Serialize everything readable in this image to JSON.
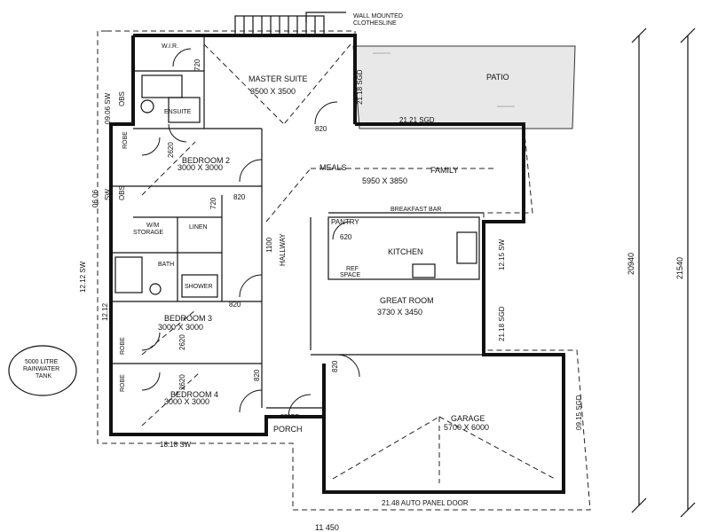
{
  "labels": {
    "clothesline": "WALL MOUNTED",
    "clothesline2": "CLOTHESLINE",
    "patio": "PATIO",
    "patio_door": "21.21 SGD",
    "patio_side": "21.18 SGD",
    "master": "MASTER SUITE",
    "master_size": "3500 X 3500",
    "wir": "W.I.R.",
    "ensuite": "ENSUITE",
    "master_door": "820",
    "wir_door": "720",
    "meals": "MEALS",
    "family": "FAMILY",
    "mf_size": "5950 X 3850",
    "breakfast_bar": "BREAKFAST BAR",
    "pantry": "PANTRY",
    "pantry_door": "620",
    "kitchen": "KITCHEN",
    "ref_space": "REF",
    "ref_space2": "SPACE",
    "kitchen_win": "12.15 SW",
    "great_room": "GREAT ROOM",
    "great_size": "3730 X 3450",
    "great_win": "21.18 SGD",
    "bed2": "BEDROOM 2",
    "bed2_size": "3000 X 3000",
    "bed2_door": "820",
    "bed2_robe_door": "2620",
    "robe": "ROBE",
    "linen": "LINEN",
    "wm": "W/M",
    "storage": "STORAGE",
    "bath": "BATH",
    "shower": "SHOWER",
    "bath_door": "720",
    "bed3": "BEDROOM 3",
    "bed3_size": "3000 X 3000",
    "bed3_door": "820",
    "bed4": "BEDROOM 4",
    "bed4_size": "3000 X 3000",
    "bed4_door": "820",
    "bed4_robe": "2620",
    "bed3_robe": "2620",
    "hallway": "1100",
    "hallway2": "HALLWAY",
    "porch": "PORCH",
    "porch_door": "820FG",
    "entry_door": "820",
    "garage": "GARAGE",
    "garage_size": "5700 X 6000",
    "garage_door": "21.48 AUTO PANEL DOOR",
    "garage_win": "09.15 SGD",
    "bed4_win": "18.18 SW",
    "left_win1": "12.12 SW",
    "left_win2": "12.12",
    "ens_win": "06.06",
    "ens_sw": "SW",
    "wir_win": "09.06 SW",
    "left_lbl1": "OBS",
    "left_lbl2": "OBS",
    "tank1": "5000 LITRE",
    "tank2": "RAINWATER",
    "tank3": "TANK",
    "dim_inner": "20940",
    "dim_outer": "21540",
    "dim_bottom": "11 450"
  }
}
